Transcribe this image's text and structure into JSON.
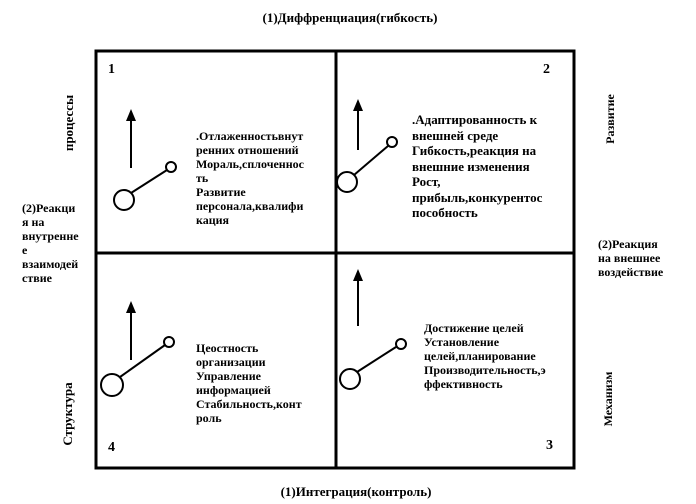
{
  "axes": {
    "top": "(1)Диффренциация(гибкость)",
    "bottom": "(1)Интеграция(контроль)",
    "left_top_vertical": "процессы",
    "left_bottom_vertical": "Структура",
    "right_top_vertical": "Развитие",
    "right_bottom_vertical": "Механизм"
  },
  "side_labels": {
    "left": [
      "(2)Реакци",
      "я на",
      "внутренне",
      "е",
      "взаимодей",
      "ствие"
    ],
    "right": [
      "(2)Реакция",
      "на внешнее",
      "воздействие"
    ]
  },
  "quadrants": [
    {
      "number": "1",
      "lines": [
        ".Отлаженностьвнут",
        "ренних отношений",
        "Мораль,сплоченнос",
        "ть",
        "Развитие",
        "персонала,квалифи",
        "кация"
      ]
    },
    {
      "number": "2",
      "lines": [
        ".Адаптированность к",
        "внешней среде",
        "Гибкость,реакция на",
        "внешние изменения",
        "Рост,",
        "прибыль,конкурентос",
        "пособность"
      ]
    },
    {
      "number": "3",
      "lines": [
        "Достижение целей",
        "Установление",
        "целей,планирование",
        "Производительность,э",
        "ффективность"
      ]
    },
    {
      "number": "4",
      "lines": [
        "Цеостность",
        "организации",
        "Управление",
        "информацией",
        "Стабильность,конт",
        "роль"
      ]
    }
  ],
  "colors": {
    "line": "#000000",
    "background": "#ffffff"
  }
}
